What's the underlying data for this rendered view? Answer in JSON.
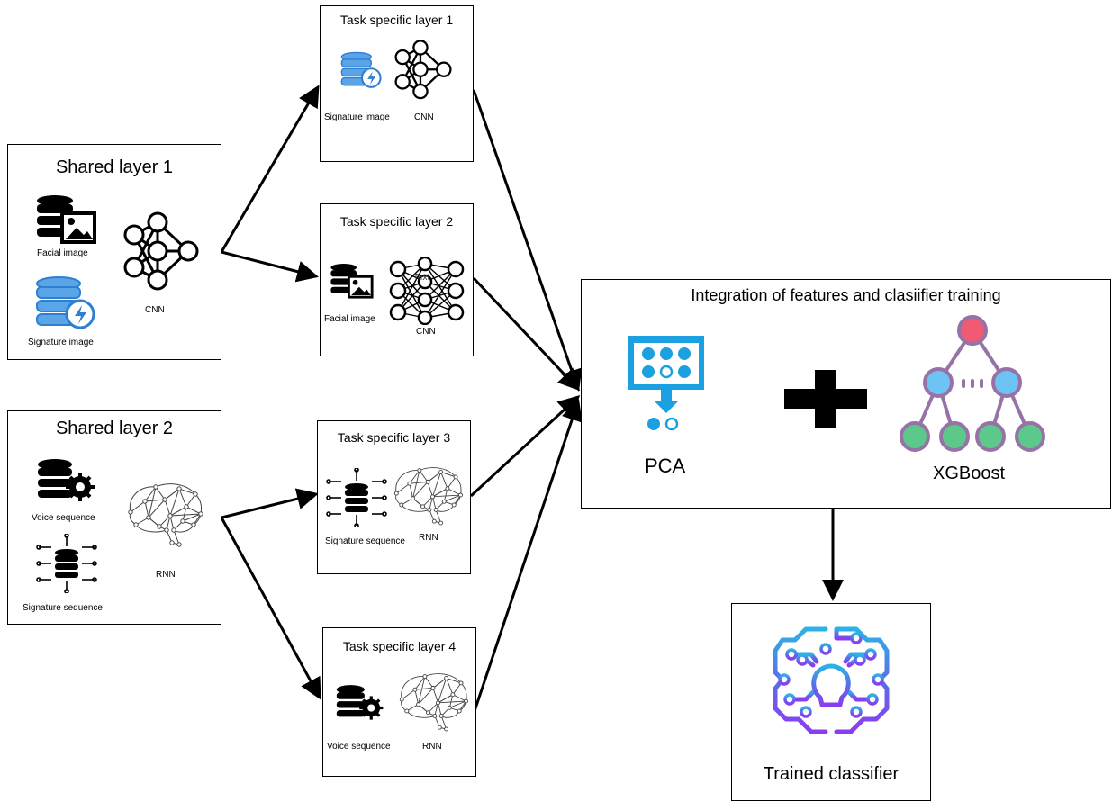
{
  "shared_layer_1": {
    "title": "Shared layer 1",
    "facial_image": "Facial image",
    "signature_image": "Signature image",
    "model": "CNN"
  },
  "shared_layer_2": {
    "title": "Shared layer 2",
    "voice_sequence": "Voice sequence",
    "signature_sequence": "Signature sequence",
    "model": "RNN"
  },
  "task_layer_1": {
    "title": "Task specific layer 1",
    "input": "Signature image",
    "model": "CNN"
  },
  "task_layer_2": {
    "title": "Task specific layer 2",
    "input": "Facial image",
    "model": "CNN",
    "overlay_text": "Text"
  },
  "task_layer_3": {
    "title": "Task specific layer 3",
    "input": "Signature sequence",
    "model": "RNN"
  },
  "task_layer_4": {
    "title": "Task specific layer 4",
    "input": "Voice sequence",
    "model": "RNN"
  },
  "integration": {
    "title": "Integration of features and clasiifier training",
    "pca": "PCA",
    "xgboost": "XGBoost"
  },
  "output": {
    "title": "Trained classifier"
  },
  "colors": {
    "pca_blue": "#1ba1e2",
    "db_blue": "#2f7fd1",
    "xgb_purple": "#9673a6",
    "xgb_red": "#f05b73",
    "xgb_blue": "#6ec3f5",
    "xgb_green": "#5cc98a",
    "brain_cyan": "#2db2e6",
    "brain_purple": "#8a3df0"
  }
}
